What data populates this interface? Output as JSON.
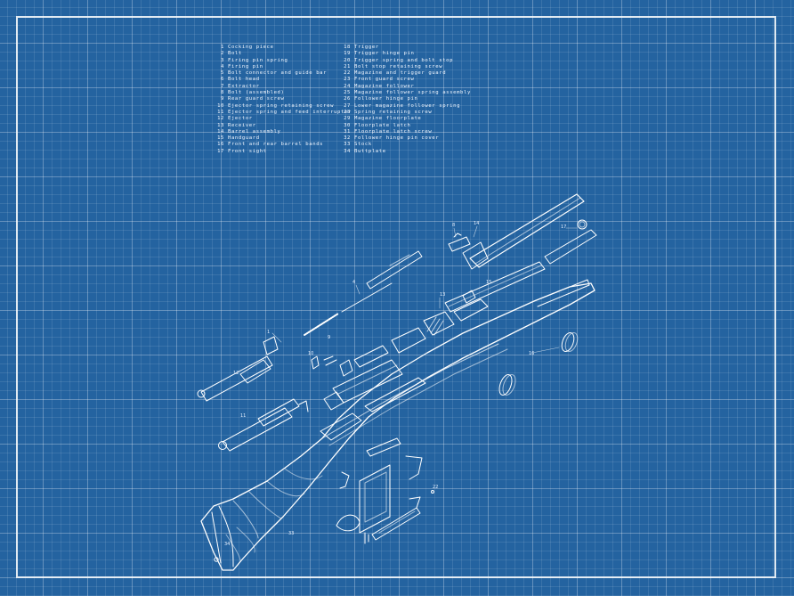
{
  "legend": {
    "left": [
      {
        "n": "1",
        "label": "Cocking piece"
      },
      {
        "n": "2",
        "label": "Bolt"
      },
      {
        "n": "3",
        "label": "Firing pin spring"
      },
      {
        "n": "4",
        "label": "Firing pin"
      },
      {
        "n": "5",
        "label": "Bolt connector and guide bar"
      },
      {
        "n": "6",
        "label": "Bolt head"
      },
      {
        "n": "7",
        "label": "Extractor"
      },
      {
        "n": "8",
        "label": "Bolt (assembled)"
      },
      {
        "n": "9",
        "label": "Rear guard screw"
      },
      {
        "n": "10",
        "label": "Ejector spring retaining screw"
      },
      {
        "n": "11",
        "label": "Ejector spring and feed interrupter"
      },
      {
        "n": "12",
        "label": "Ejector"
      },
      {
        "n": "13",
        "label": "Receiver"
      },
      {
        "n": "14",
        "label": "Barrel assembly"
      },
      {
        "n": "15",
        "label": "Handguard"
      },
      {
        "n": "16",
        "label": "Front and rear barrel bands"
      },
      {
        "n": "17",
        "label": "Front sight"
      }
    ],
    "right": [
      {
        "n": "18",
        "label": "Trigger"
      },
      {
        "n": "19",
        "label": "Trigger hinge pin"
      },
      {
        "n": "20",
        "label": "Trigger spring and bolt stop"
      },
      {
        "n": "21",
        "label": "Bolt stop retaining screw"
      },
      {
        "n": "22",
        "label": "Magazine and trigger guard"
      },
      {
        "n": "23",
        "label": "Front guard screw"
      },
      {
        "n": "24",
        "label": "Magazine follower"
      },
      {
        "n": "25",
        "label": "Magazine follower spring assembly"
      },
      {
        "n": "26",
        "label": "Follower hinge pin"
      },
      {
        "n": "27",
        "label": "Lower magazine follower spring"
      },
      {
        "n": "28",
        "label": "Spring retaining screw"
      },
      {
        "n": "29",
        "label": "Magazine floorplate"
      },
      {
        "n": "30",
        "label": "Floorplate latch"
      },
      {
        "n": "31",
        "label": "Floorplate latch screw"
      },
      {
        "n": "32",
        "label": "Follower hinge pin cover"
      },
      {
        "n": "33",
        "label": "Stock"
      },
      {
        "n": "34",
        "label": "Buttplate"
      }
    ]
  },
  "callouts": {
    "c1": "1",
    "c4": "4",
    "c8": "8",
    "c9": "9",
    "c10": "10",
    "c11": "11",
    "c12": "12",
    "c13": "13",
    "c14": "14",
    "c15": "15",
    "c16": "16",
    "c17": "17",
    "c22": "22",
    "c33": "33",
    "c34": "34"
  },
  "colors": {
    "background": "#2463a0",
    "line": "#ffffff"
  }
}
